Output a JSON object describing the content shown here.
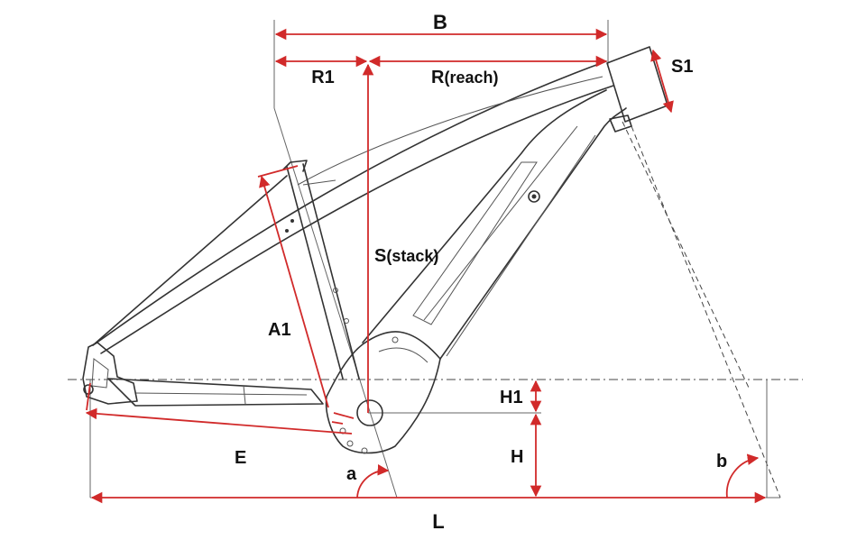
{
  "colors": {
    "dimension": "#d12a2a",
    "frame": "#333333",
    "text": "#111111",
    "background": "#ffffff"
  },
  "labels": {
    "B": "B",
    "R1": "R1",
    "R_reach": "R",
    "R_reach_sub": "(reach)",
    "S1": "S1",
    "S_stack": "S",
    "S_stack_sub": "(stack)",
    "A1": "A1",
    "H1": "H1",
    "H": "H",
    "E": "E",
    "a": "a",
    "b": "b",
    "L": "L"
  }
}
